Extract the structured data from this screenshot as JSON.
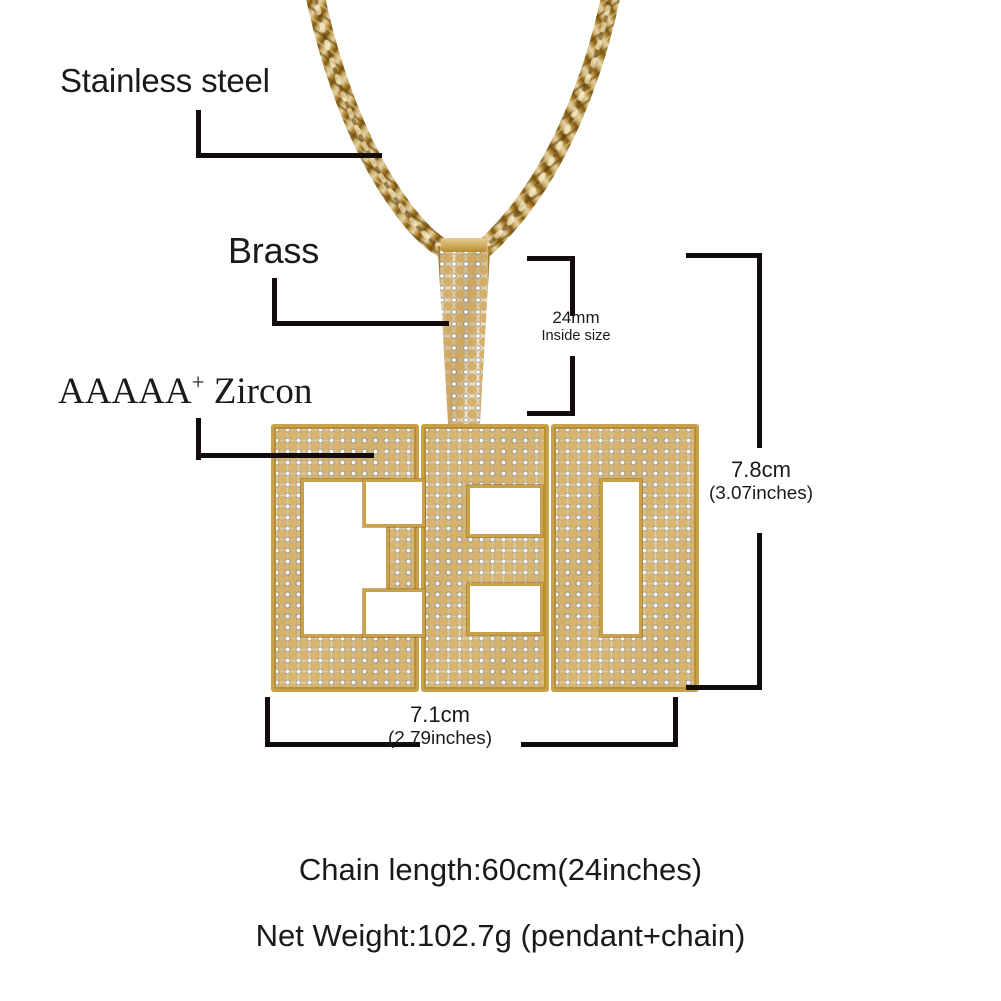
{
  "image": {
    "subject": "iced-out gold pendant necklace with dimension callouts",
    "background_color": "#ffffff",
    "line_color": "#120c0c",
    "gold_color": "#c9a14b",
    "stone_color": "#d8d4cc"
  },
  "callouts": [
    {
      "id": "stainless",
      "label": "Stainless steel",
      "points_to": "rope-chain",
      "font_style": "sans"
    },
    {
      "id": "brass",
      "label": "Brass",
      "points_to": "bail",
      "font_style": "sans"
    },
    {
      "id": "zircon",
      "label_prefix": "AAAAA",
      "label_superscript": "+",
      "label_suffix": "Zircon",
      "points_to": "pendant-pave",
      "font_style": "serif"
    }
  ],
  "dimensions": {
    "inside": {
      "value": "24mm",
      "caption": "Inside size"
    },
    "height": {
      "value": "7.8cm",
      "caption": "(3.07inches)"
    },
    "width": {
      "value": "7.1cm",
      "caption": "(2.79inches)"
    }
  },
  "specs": {
    "chain_length": "Chain length:60cm(24inches)",
    "net_weight": "Net Weight:102.7g (pendant+chain)"
  }
}
